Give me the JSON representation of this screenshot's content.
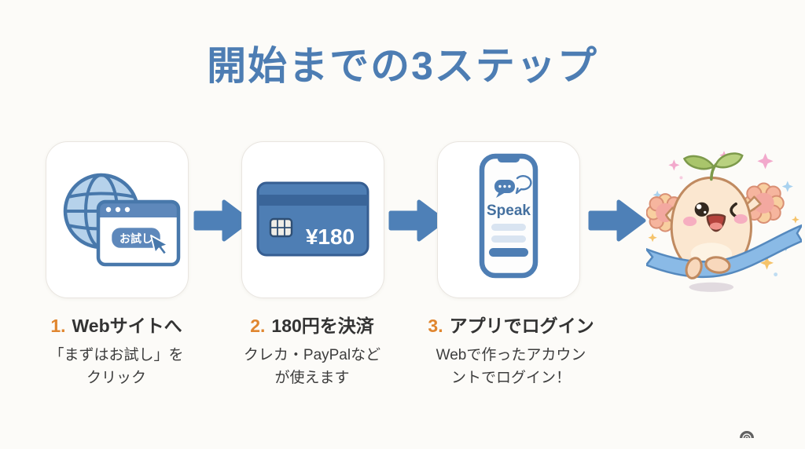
{
  "slide": {
    "title": "開始までの3ステップ",
    "colors": {
      "background": "#FCFBF8",
      "title_blue": "#4D7DB3",
      "arrow_blue": "#4E80B7",
      "step_number_orange": "#E0862F",
      "body_text": "#3A3A3A",
      "icon_blue": "#4E7EB4",
      "icon_light_blue": "#B6D2EB"
    }
  },
  "steps": [
    {
      "number": "1.",
      "heading": "Webサイトへ",
      "desc_line1": "「まずはお試し」を",
      "desc_line2": "クリック",
      "icon": "globe-browser-click-icon",
      "trial_button_label": "お試し"
    },
    {
      "number": "2.",
      "heading": "180円を決済",
      "desc_line1": "クレカ・PayPalなど",
      "desc_line2": "が使えます",
      "icon": "credit-card-icon",
      "price_label": "¥180"
    },
    {
      "number": "3.",
      "heading": "アプリでログイン",
      "desc_line1": "Webで作ったアカウン",
      "desc_line2": "ントでログイン！",
      "icon": "smartphone-speak-app-icon",
      "app_label": "Speak"
    }
  ],
  "decorations": {
    "mascot_icon": "cheering-mascot-finish-ribbon-icon",
    "watermark_icon": "arc-swirl-logo-icon"
  }
}
